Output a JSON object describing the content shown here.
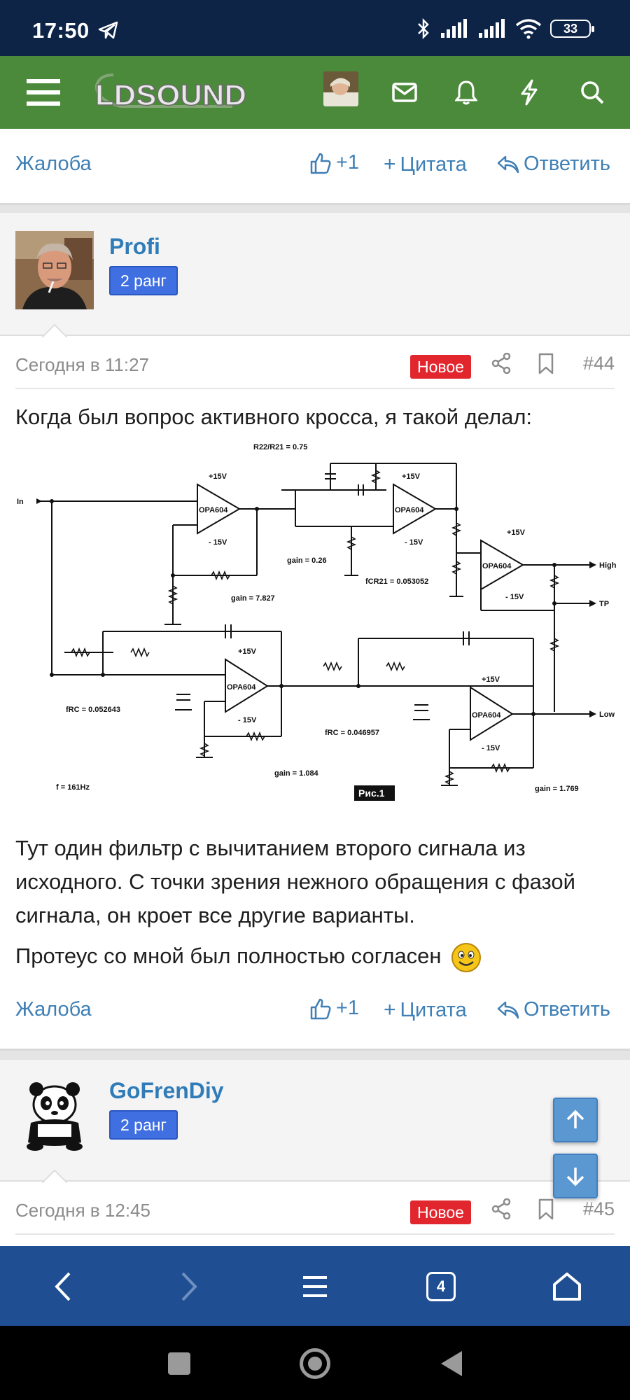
{
  "status_bar": {
    "time": "17:50",
    "battery": "33"
  },
  "nav": {
    "logo_text": "LDSOUND",
    "menu_icon": "hamburger-menu-icon",
    "mail_icon": "mail-icon",
    "bell_icon": "bell-icon",
    "bolt_icon": "bolt-icon",
    "search_icon": "search-icon"
  },
  "post_prev": {
    "report": "Жалоба",
    "like": "+1",
    "quote": "Цитата",
    "reply": "Ответить"
  },
  "post_44": {
    "username": "Profi",
    "rank": "2 ранг",
    "date": "Сегодня в 11:27",
    "badge": "Новое",
    "number": "#44",
    "intro": "Когда был вопрос активного кросса, я такой делал:",
    "body_1": "Тут один фильтр с вычитанием второго сигнала из исходного. С точки зрения нежного обращения с фазой сигнала, он кроет все другие варианты.",
    "body_2": "Протеус со мной был полностью согласен",
    "report": "Жалоба",
    "like": "+1",
    "quote": "Цитата",
    "reply": "Ответить",
    "schematic": {
      "fig_label": "Рис.1",
      "in_label": "In",
      "out_high": "High",
      "out_tp": "TP",
      "out_low": "Low",
      "opamp": "OPA604",
      "ratio_label": "R22/R21 = 0.75",
      "gain_026": "gain = 0.26",
      "gain_7827": "gain = 7.827",
      "gain_1084": "gain = 1.084",
      "gain_1769": "gain = 1.769",
      "fcr21": "fCR21 = 0.053052",
      "frc_1": "fRC = 0.052643",
      "frc_2": "fRC = 0.046957",
      "freq": "f = 161Hz",
      "plus15": "+15V",
      "minus15": "- 15V"
    }
  },
  "post_45": {
    "username": "GoFrenDiy",
    "rank": "2 ранг",
    "date": "Сегодня в 12:45",
    "badge": "Новое",
    "number": "#45"
  },
  "browser": {
    "back_icon": "back-arrow-icon",
    "forward_icon": "forward-arrow-icon",
    "menu_icon": "menu-icon",
    "tabs_count": "4",
    "home_icon": "home-icon"
  },
  "colors": {
    "status_bg": "#0d2447",
    "nav_bg": "#4b8a3a",
    "link": "#3e7fb5",
    "badge_new": "#e1262e",
    "rank_bg": "#3f6fe0",
    "browser_bar": "#1f4f92"
  }
}
